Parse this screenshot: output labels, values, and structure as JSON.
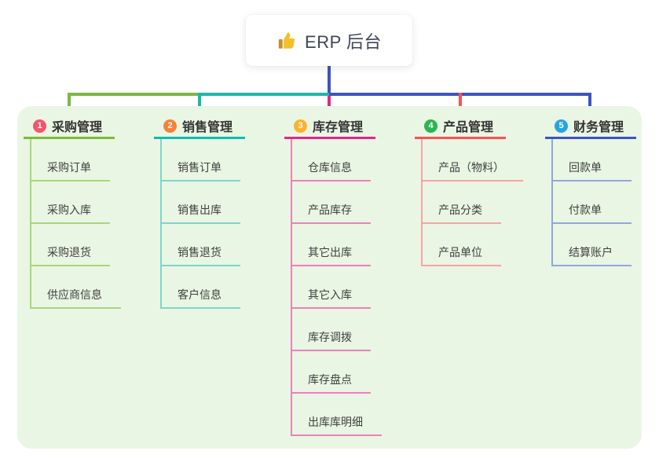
{
  "root": {
    "title": "ERP 后台",
    "icon": "thumbs-up-icon"
  },
  "colors": {
    "trunk": "#3b54c4",
    "panel_background": "#e9f6e3",
    "root_text": "#3e4459",
    "thumb_yellow": "#f4c029",
    "thumb_cuff": "#c98f2a"
  },
  "branches": [
    {
      "index": "1",
      "label": "采购管理",
      "badge_color": "#f1556d",
      "line_color": "#7cb93e",
      "light_color": "#a9d67b",
      "children": [
        "采购订单",
        "采购入库",
        "采购退货",
        "供应商信息"
      ]
    },
    {
      "index": "2",
      "label": "销售管理",
      "badge_color": "#f5823a",
      "line_color": "#16b9ab",
      "light_color": "#7ed5cb",
      "children": [
        "销售订单",
        "销售出库",
        "销售退货",
        "客户信息"
      ]
    },
    {
      "index": "3",
      "label": "库存管理",
      "badge_color": "#f9b32e",
      "line_color": "#e0268f",
      "light_color": "#ee7fbe",
      "children": [
        "仓库信息",
        "产品库存",
        "其它出库",
        "其它入库",
        "库存调拨",
        "库存盘点",
        "出库库明细"
      ]
    },
    {
      "index": "4",
      "label": "产品管理",
      "badge_color": "#2fb350",
      "line_color": "#fa5153",
      "light_color": "#f9a2a4",
      "children": [
        "产品（物料）",
        "产品分类",
        "产品单位"
      ]
    },
    {
      "index": "5",
      "label": "财务管理",
      "badge_color": "#27a4e0",
      "line_color": "#3b54c4",
      "light_color": "#93a5e0",
      "children": [
        "回款单",
        "付款单",
        "结算账户"
      ]
    }
  ]
}
